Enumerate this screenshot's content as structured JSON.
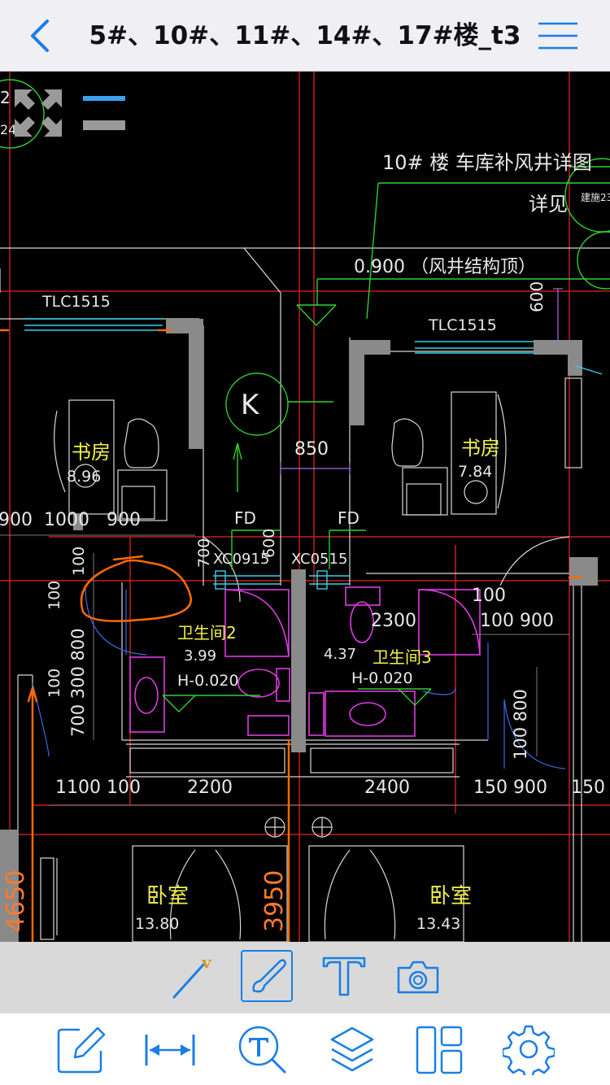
{
  "header": {
    "title": "5#、10#、11#、14#、17#楼_t3",
    "back_icon": "chevron-left-icon",
    "menu_icon": "hamburger-menu-icon"
  },
  "canvas_labels": {
    "title_note": "10# 楼 车库补风井详图",
    "see_detail": "详见",
    "ref_tag": "建施23",
    "elev_text": "0.900 （风井结构顶）",
    "tlc_left": "TLC1515",
    "tlc_right": "TLC1515",
    "dim_600_top": "600",
    "axis_k": "K",
    "dim_850": "850",
    "study_left": "书房",
    "study_left_area": "8.96",
    "study_right": "书房",
    "study_right_area": "7.84",
    "dim_row": "900  1000   900",
    "fd_left": "FD",
    "fd_right": "FD",
    "dim_700": "700",
    "dim_600_mid": "600",
    "xc0915": "XC0915",
    "xc0515": "XC0515",
    "bath2": "卫生间2",
    "bath2_area": "3.99",
    "bath2_h": "H-0.020",
    "bath3": "卫生间3",
    "bath3_area": "4.37",
    "bath3_h": "H-0.020",
    "dim_2300": "2300",
    "dim_100_right": "100",
    "dim_100_900": "100 900",
    "dim_vertical_left": "700 300 800",
    "dim_100_a": "100",
    "dim_100_b": "100",
    "dim_100_c": "100",
    "dim_100_800": "100 800",
    "dim_bottom_row_1": "1100 100",
    "dim_2200": "2200",
    "dim_2400": "2400",
    "dim_150_900": "150 900",
    "dim_150": "150",
    "bedroom_left": "卧室",
    "bedroom_left_area": "13.80",
    "bedroom_right": "卧室",
    "bedroom_right_area": "13.43",
    "dim_4650": "4650",
    "dim_3950": "3950",
    "corner_2": "2",
    "corner_24": "24"
  },
  "view_controls": {
    "zoom_icon": "fullscreen-arrows-icon",
    "line_icon": "line-weight-icon"
  },
  "toolbar_top": {
    "tools": [
      {
        "name": "line-tool",
        "icon": "pen-line-icon"
      },
      {
        "name": "brush-tool",
        "icon": "brush-icon",
        "selected": true
      },
      {
        "name": "text-tool",
        "icon": "text-t-icon"
      },
      {
        "name": "camera-tool",
        "icon": "camera-icon"
      }
    ],
    "line_badge": "v"
  },
  "toolbar_bottom": {
    "tools": [
      {
        "name": "edit",
        "icon": "edit-icon"
      },
      {
        "name": "measure",
        "icon": "measure-arrow-icon"
      },
      {
        "name": "text-search",
        "icon": "text-search-icon"
      },
      {
        "name": "layers",
        "icon": "layers-icon"
      },
      {
        "name": "layout",
        "icon": "layout-icon"
      },
      {
        "name": "settings",
        "icon": "gear-icon"
      }
    ]
  },
  "colors": {
    "accent": "#1a7ee6",
    "cad_red": "#cc1f1f",
    "cad_yellow": "#f2f24a",
    "cad_green": "#2fd12f",
    "cad_magenta": "#e23ae2",
    "cad_cyan": "#3ad8e8",
    "annotation_orange": "#ff6a00"
  }
}
